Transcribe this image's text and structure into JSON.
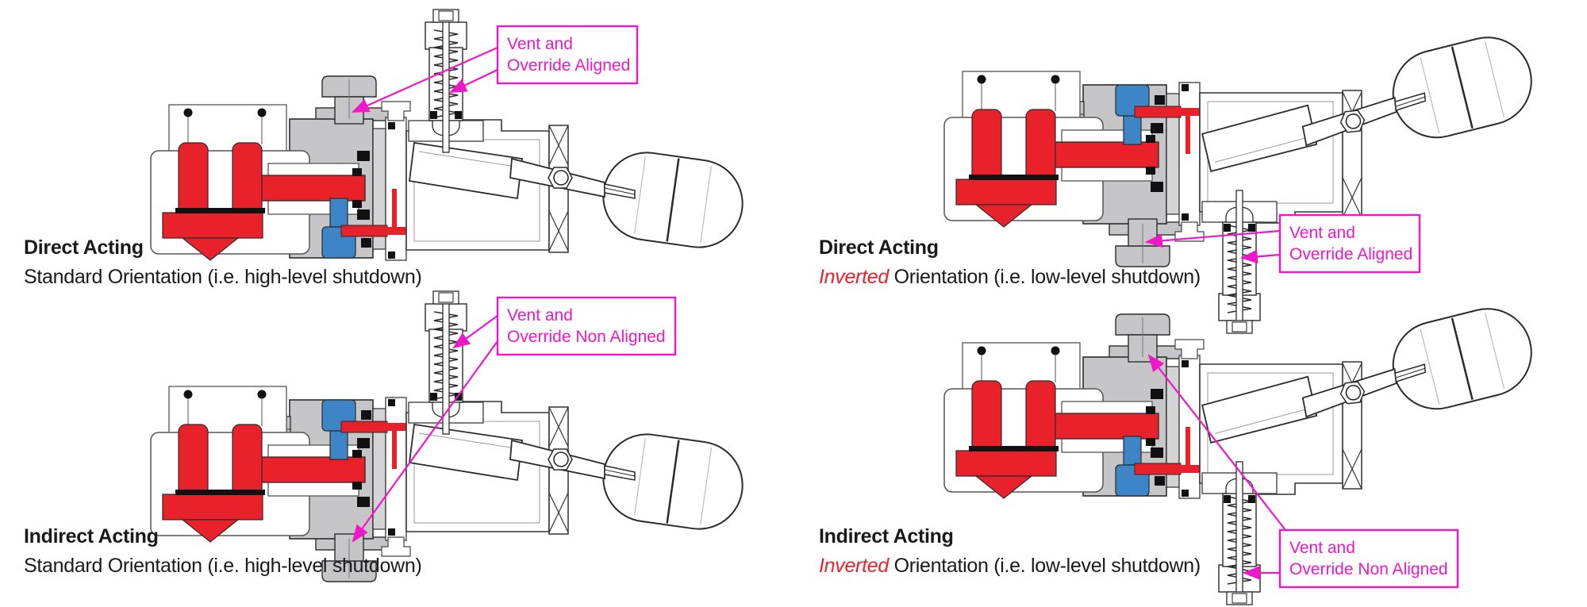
{
  "colors": {
    "fluid_red": "#e8212b",
    "plunger_blue": "#3d85c6",
    "block_gray": "#c6c6c8",
    "outline_dark": "#2b2b2b",
    "annotation_magenta": "#ee18c8",
    "text_black": "#1a1a1a"
  },
  "quadrants": [
    {
      "id": "direct-standard",
      "title": "Direct Acting",
      "orientation_prefix": "Standard",
      "orientation_rest": " Orientation (i.e. high-level shutdown)",
      "callout": {
        "line1": "Vent and",
        "line2": "Override Aligned"
      }
    },
    {
      "id": "direct-inverted",
      "title": "Direct Acting",
      "orientation_prefix": "Inverted",
      "orientation_rest": " Orientation (i.e. low-level shutdown)",
      "callout": {
        "line1": "Vent and",
        "line2": "Override Aligned"
      }
    },
    {
      "id": "indirect-standard",
      "title": "Indirect Acting",
      "orientation_prefix": "Standard",
      "orientation_rest": " Orientation (i.e. high-level shutdown)",
      "callout": {
        "line1": "Vent and",
        "line2": "Override Non Aligned"
      }
    },
    {
      "id": "indirect-inverted",
      "title": "Indirect Acting",
      "orientation_prefix": "Inverted",
      "orientation_rest": " Orientation (i.e. low-level shutdown)",
      "callout": {
        "line1": "Vent and",
        "line2": "Override Non Aligned"
      }
    }
  ]
}
